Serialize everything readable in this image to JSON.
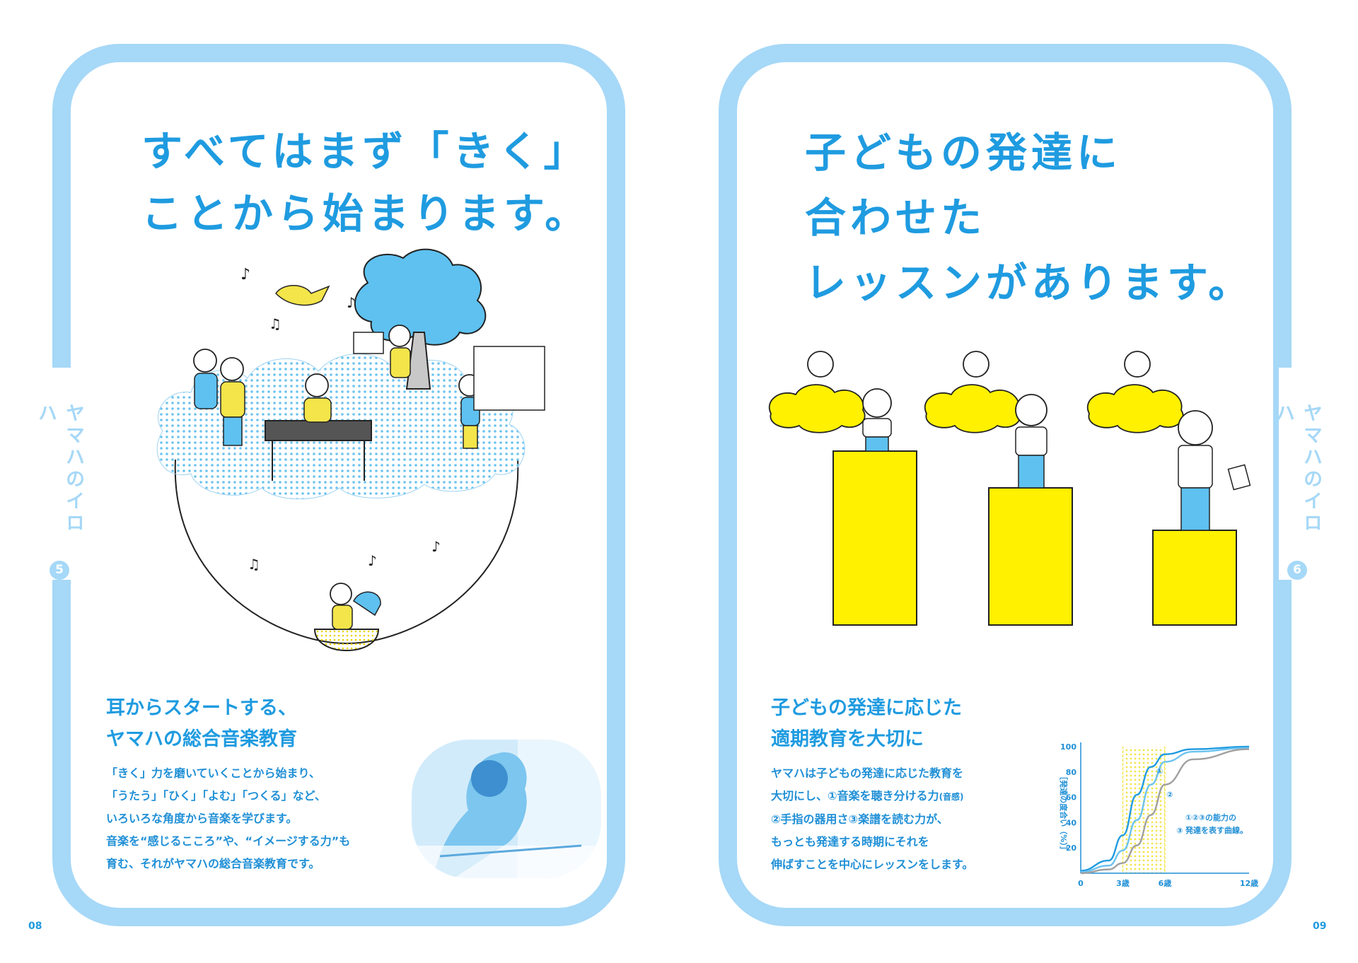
{
  "page_left": {
    "page_number": "08",
    "side_label": "ヤマハのイロハ",
    "side_number": "5",
    "headline": [
      "すべてはまず「きく」",
      "ことから始まります。"
    ],
    "subhead": [
      "耳からスタートする、",
      "ヤマハの総合音楽教育"
    ],
    "body": [
      "「きく」力を磨いていくことから始まり、",
      "「うたう」「ひく」「よむ」「つくる」など、",
      "いろいろな角度から音楽を学びます。",
      "音楽を“感じるこころ”や、“イメージする力”も",
      "育む、それがヤマハの総合音楽教育です。"
    ]
  },
  "page_right": {
    "page_number": "09",
    "side_label": "ヤマハのイロハ",
    "side_number": "6",
    "headline": [
      "子どもの発達に",
      "合わせた",
      "レッスンがあります。"
    ],
    "subhead": [
      "子どもの発達に応じた",
      "適期教育を大切に"
    ],
    "body": {
      "line1": "ヤマハは子どもの発達に応じた教育を",
      "line2_main": "大切にし、①音楽を聴き分ける力",
      "line2_small": "(音感)",
      "line3": "②手指の器用さ③楽譜を読む力が、",
      "line4": "もっとも発達する時期にそれを",
      "line5": "伸ばすことを中心にレッスンをします。"
    }
  },
  "chart_data": {
    "type": "line",
    "ylabel": "［発達の度合い（%）］",
    "ylim": [
      0,
      100
    ],
    "yticks": [
      "20",
      "40",
      "60",
      "80",
      "100"
    ],
    "xticks": [
      {
        "label": "0",
        "value": 0
      },
      {
        "label": "3歳",
        "value": 3
      },
      {
        "label": "6歳",
        "value": 6
      },
      {
        "label": "12歳",
        "value": 12
      }
    ],
    "highlight_range": [
      3,
      6
    ],
    "series": [
      {
        "name": "①",
        "points": [
          [
            0,
            2
          ],
          [
            2,
            10
          ],
          [
            3,
            30
          ],
          [
            4,
            62
          ],
          [
            5,
            84
          ],
          [
            6,
            94
          ],
          [
            8,
            98
          ],
          [
            12,
            100
          ]
        ]
      },
      {
        "name": "②",
        "points": [
          [
            0,
            1
          ],
          [
            2,
            6
          ],
          [
            3,
            18
          ],
          [
            4,
            42
          ],
          [
            5,
            70
          ],
          [
            6,
            88
          ],
          [
            8,
            96
          ],
          [
            12,
            99
          ]
        ]
      },
      {
        "name": "③",
        "points": [
          [
            0,
            0
          ],
          [
            2,
            3
          ],
          [
            3,
            8
          ],
          [
            4,
            22
          ],
          [
            5,
            46
          ],
          [
            6,
            70
          ],
          [
            8,
            90
          ],
          [
            12,
            98
          ]
        ]
      }
    ],
    "annotation": [
      "①②③の能力の",
      "発達を表す曲線。"
    ],
    "colors": {
      "series1": "#1f9be0",
      "series2": "#6cc3f0",
      "series3": "#a0a0a0",
      "highlight": "#f3e54a"
    }
  }
}
